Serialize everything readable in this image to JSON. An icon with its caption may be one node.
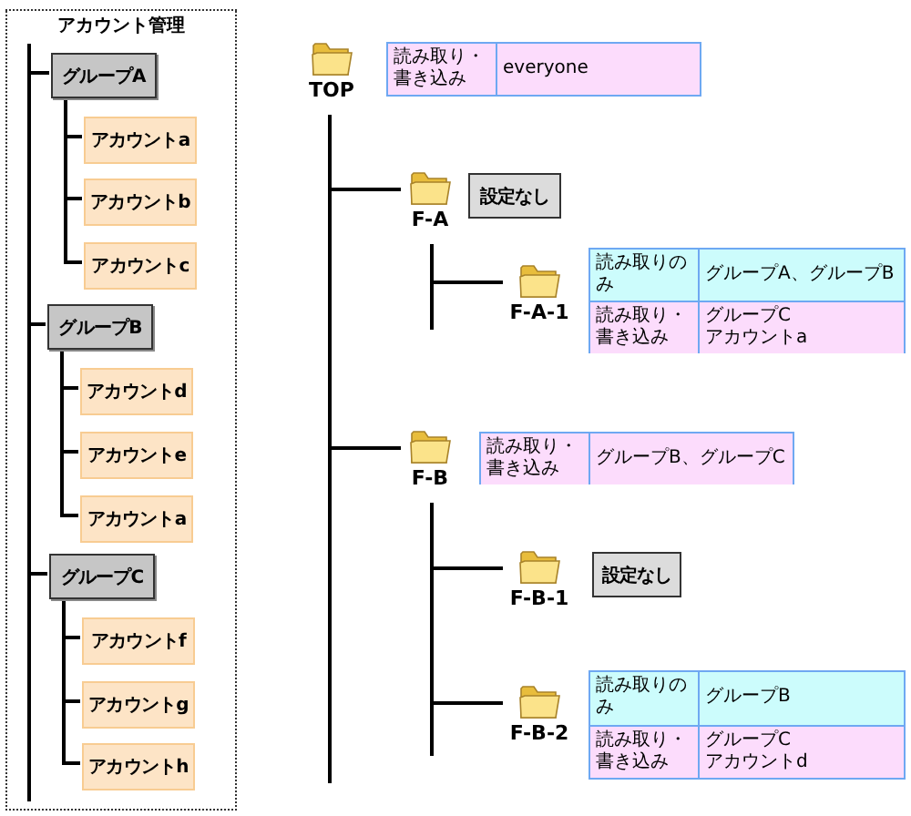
{
  "diagram": {
    "nodes": [
      {
        "text": [
          "アカウント管理"
        ]
      },
      {
        "text": [
          "グループA"
        ],
        "in": 0
      },
      {
        "text": [
          "アカウントa"
        ],
        "in": 0
      },
      {
        "text": [
          "アカウントb"
        ],
        "in": 0
      },
      {
        "text": [
          "アカウントc"
        ],
        "in": 0
      },
      {
        "text": [
          "グループB"
        ],
        "in": 0
      },
      {
        "text": [
          "アカウントd"
        ],
        "in": 0
      },
      {
        "text": [
          "アカウントe"
        ],
        "in": 0
      },
      {
        "text": [
          "アカウントa"
        ],
        "in": 0
      },
      {
        "text": [
          "グループC"
        ],
        "in": 0
      },
      {
        "text": [
          "アカウントf"
        ],
        "in": 0
      },
      {
        "text": [
          "アカウントg"
        ],
        "in": 0
      },
      {
        "text": [
          "アカウントh"
        ],
        "in": 0
      },
      {
        "text": [
          "TOP"
        ]
      },
      {
        "text": [
          "読み取り・書き込み",
          "everyone"
        ]
      },
      {
        "text": [
          "F-A"
        ]
      },
      {
        "text": [
          "設定なし"
        ]
      },
      {
        "text": [
          "F-A-1"
        ]
      },
      {
        "text": [
          "読み取りのみ",
          "グループA、グループB",
          "読み取り・書き込み",
          "グループC",
          "アカウントa"
        ]
      },
      {
        "text": [
          "F-B"
        ]
      },
      {
        "text": [
          "読み取り・書き込み",
          "グループB、グループC"
        ]
      },
      {
        "text": [
          "F-B-1"
        ]
      },
      {
        "text": [
          "設定なし"
        ]
      },
      {
        "text": [
          "F-B-2"
        ]
      },
      {
        "text": [
          "読み取りのみ",
          "グループB",
          "読み取り・書き込み",
          "グループC",
          "アカウントd"
        ]
      }
    ],
    "edges": [
      {
        "from": null,
        "to": 1,
        "arrow": "none"
      },
      {
        "from": null,
        "to": 5,
        "arrow": "none"
      },
      {
        "from": null,
        "to": 9,
        "arrow": "none"
      },
      {
        "from": 1,
        "to": 2,
        "arrow": "none"
      },
      {
        "from": 1,
        "to": 3,
        "arrow": "none"
      },
      {
        "from": 1,
        "to": 4,
        "arrow": "none"
      },
      {
        "from": 5,
        "to": 6,
        "arrow": "none"
      },
      {
        "from": 5,
        "to": 7,
        "arrow": "none"
      },
      {
        "from": 5,
        "to": 8,
        "arrow": "none"
      },
      {
        "from": 9,
        "to": 10,
        "arrow": "none"
      },
      {
        "from": 9,
        "to": 11,
        "arrow": "none"
      },
      {
        "from": 9,
        "to": 12,
        "arrow": "none"
      },
      {
        "from": 13,
        "to": 15,
        "arrow": "none"
      },
      {
        "from": 13,
        "to": 19,
        "arrow": "none"
      },
      {
        "from": 15,
        "to": 17,
        "arrow": "none"
      },
      {
        "from": 19,
        "to": 21,
        "arrow": "none"
      },
      {
        "from": 19,
        "to": 23,
        "arrow": "none"
      }
    ]
  }
}
